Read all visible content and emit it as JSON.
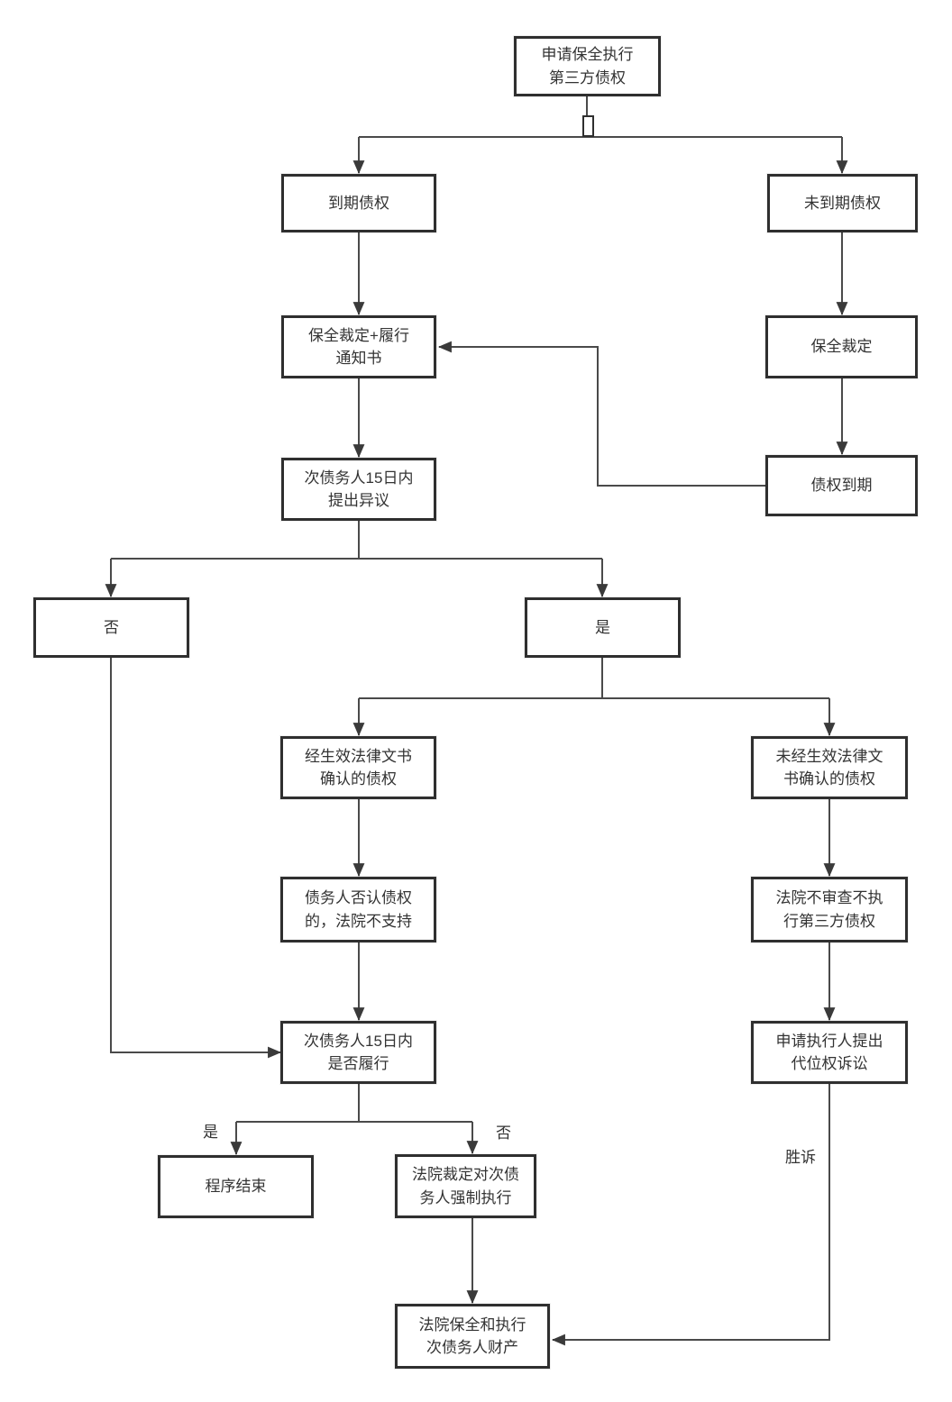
{
  "diagram": {
    "type": "flowchart",
    "nodes": {
      "start": {
        "label": "申请保全执行\n第三方债权"
      },
      "matured_claim": {
        "label": "到期债权"
      },
      "unmatured_claim": {
        "label": "未到期债权"
      },
      "ruling_plus_notice": {
        "label": "保全裁定+履行\n通知书"
      },
      "preservation_ruling": {
        "label": "保全裁定"
      },
      "objection_15days": {
        "label": "次债务人15日内\n提出异议"
      },
      "claim_matures": {
        "label": "债权到期"
      },
      "no_branch": {
        "label": "否"
      },
      "yes_branch": {
        "label": "是"
      },
      "confirmed_claim": {
        "label": "经生效法律文书\n确认的债权"
      },
      "unconfirmed_claim": {
        "label": "未经生效法律文\n书确认的债权"
      },
      "debtor_denies": {
        "label": "债务人否认债权\n的，法院不支持"
      },
      "court_no_review": {
        "label": "法院不审查不执\n行第三方债权"
      },
      "perform_15days": {
        "label": "次债务人15日内\n是否履行"
      },
      "subrogation_suit": {
        "label": "申请执行人提出\n代位权诉讼"
      },
      "procedure_end": {
        "label": "程序结束"
      },
      "compulsory_enforcement": {
        "label": "法院裁定对次债\n务人强制执行"
      },
      "preserve_and_execute": {
        "label": "法院保全和执行\n次债务人财产"
      }
    },
    "edge_labels": {
      "yes": "是",
      "no": "否",
      "win_suit": "胜诉"
    },
    "colors": {
      "node_border": "#2f2f2f",
      "connector": "#4a4a4a",
      "text": "#333333",
      "background": "#ffffff"
    }
  }
}
